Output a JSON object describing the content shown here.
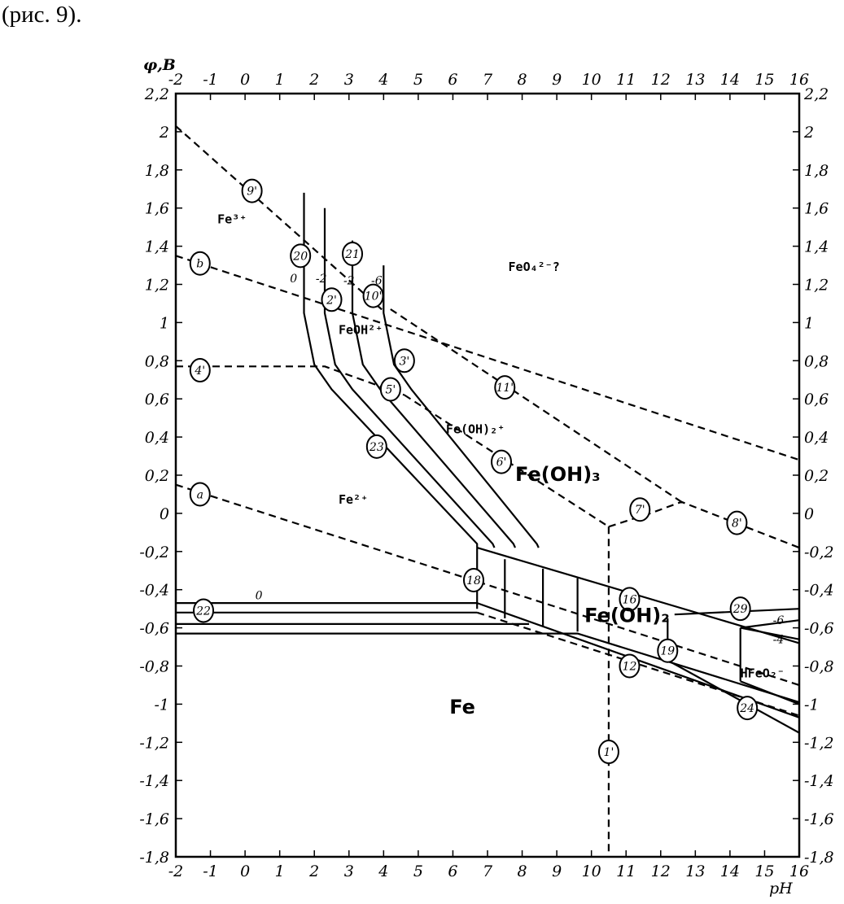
{
  "caption": "(рис. 9).",
  "chart_data": {
    "type": "diagram",
    "xlabel": "pH",
    "ylabel": "φ,В",
    "xlim": [
      -2,
      16
    ],
    "ylim": [
      -1.8,
      2.2
    ],
    "x_ticks": [
      "-2",
      "-1",
      "0",
      "1",
      "2",
      "3",
      "4",
      "5",
      "6",
      "7",
      "8",
      "9",
      "10",
      "11",
      "12",
      "13",
      "14",
      "15",
      "16"
    ],
    "y_ticks": [
      "2,2",
      "2",
      "1,8",
      "1,6",
      "1,4",
      "1,2",
      "1",
      "0,8",
      "0,6",
      "0,4",
      "0,2",
      "0",
      "-0,2",
      "-0,4",
      "-0,6",
      "-0,8",
      "-1",
      "-1,2",
      "-1,4",
      "-1,6",
      "-1,8"
    ],
    "y_tick_values": [
      2.2,
      2,
      1.8,
      1.6,
      1.4,
      1.2,
      1,
      0.8,
      0.6,
      0.4,
      0.2,
      0,
      -0.2,
      -0.4,
      -0.6,
      -0.8,
      -1,
      -1.2,
      -1.4,
      -1.6,
      -1.8
    ],
    "regions": [
      {
        "text": "Fe³⁺",
        "x": -0.8,
        "y": 1.52,
        "style": "lbl"
      },
      {
        "text": "FeO₄²⁻?",
        "x": 7.6,
        "y": 1.27,
        "style": "lbl"
      },
      {
        "text": "FeOH²⁺",
        "x": 2.7,
        "y": 0.94,
        "style": "lbl"
      },
      {
        "text": "Fe(OH)₂⁺",
        "x": 5.8,
        "y": 0.42,
        "style": "lbl"
      },
      {
        "text": "Fe(OH)₃",
        "x": 7.8,
        "y": 0.17,
        "style": "big"
      },
      {
        "text": "Fe²⁺",
        "x": 2.7,
        "y": 0.05,
        "style": "lbl"
      },
      {
        "text": "Fe(OH)₂",
        "x": 9.8,
        "y": -0.57,
        "style": "big"
      },
      {
        "text": "HFeO₂⁻",
        "x": 14.3,
        "y": -0.86,
        "style": "lbl"
      },
      {
        "text": "Fe",
        "x": 5.9,
        "y": -1.05,
        "style": "big"
      }
    ],
    "line_labels": [
      {
        "text": "9'",
        "x": 0.2,
        "y": 1.69
      },
      {
        "text": "b",
        "x": -1.3,
        "y": 1.31
      },
      {
        "text": "20",
        "x": 1.6,
        "y": 1.35
      },
      {
        "text": "21",
        "x": 3.1,
        "y": 1.36
      },
      {
        "text": "2'",
        "x": 2.5,
        "y": 1.12
      },
      {
        "text": "10'",
        "x": 3.7,
        "y": 1.14
      },
      {
        "text": "3'",
        "x": 4.6,
        "y": 0.8
      },
      {
        "text": "5'",
        "x": 4.2,
        "y": 0.65
      },
      {
        "text": "4'",
        "x": -1.3,
        "y": 0.75
      },
      {
        "text": "11'",
        "x": 7.5,
        "y": 0.66
      },
      {
        "text": "6'",
        "x": 7.4,
        "y": 0.27
      },
      {
        "text": "23",
        "x": 3.8,
        "y": 0.35
      },
      {
        "text": "a",
        "x": -1.3,
        "y": 0.1
      },
      {
        "text": "7'",
        "x": 11.4,
        "y": 0.02
      },
      {
        "text": "8'",
        "x": 14.2,
        "y": -0.05
      },
      {
        "text": "18",
        "x": 6.6,
        "y": -0.35
      },
      {
        "text": "16",
        "x": 11.1,
        "y": -0.45
      },
      {
        "text": "22",
        "x": -1.2,
        "y": -0.51
      },
      {
        "text": "29",
        "x": 14.3,
        "y": -0.5
      },
      {
        "text": "19",
        "x": 12.2,
        "y": -0.72
      },
      {
        "text": "12",
        "x": 11.1,
        "y": -0.8
      },
      {
        "text": "24",
        "x": 14.5,
        "y": -1.02
      },
      {
        "text": "1'",
        "x": 10.5,
        "y": -1.25
      }
    ],
    "curve_labels": [
      {
        "text": "0",
        "x": 1.4,
        "y": 1.21
      },
      {
        "text": "-2",
        "x": 2.2,
        "y": 1.21
      },
      {
        "text": "-2",
        "x": 3.0,
        "y": 1.2
      },
      {
        "text": "-6",
        "x": 3.8,
        "y": 1.2
      },
      {
        "text": "0",
        "x": 0.4,
        "y": -0.45
      },
      {
        "text": "-6",
        "x": 15.4,
        "y": -0.58
      },
      {
        "text": "-4",
        "x": 15.4,
        "y": -0.68
      }
    ]
  }
}
